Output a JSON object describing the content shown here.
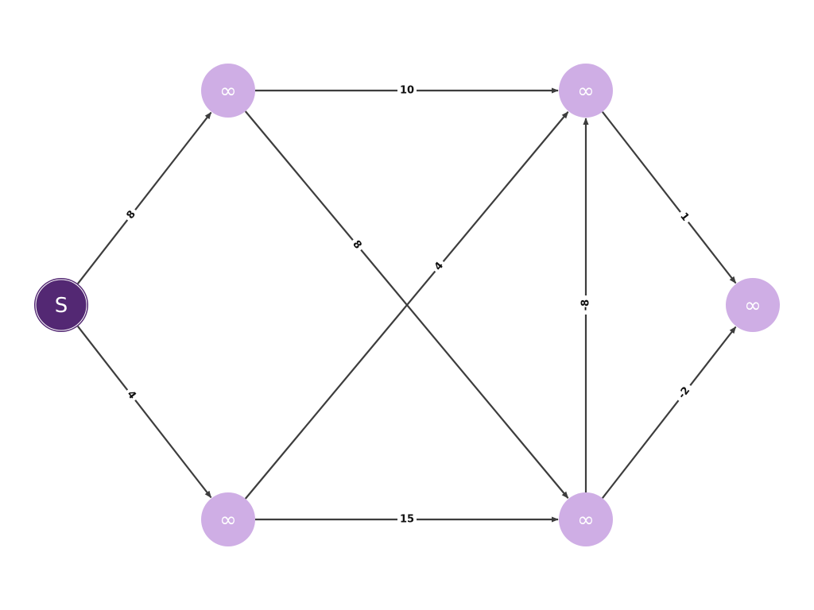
{
  "colors": {
    "source_fill": "#532873",
    "node_fill": "#cfaee5",
    "edge": "#3d3d3d",
    "label_text": "#111111"
  },
  "nodes": [
    {
      "id": "S",
      "label": "S",
      "source": true
    },
    {
      "id": "A",
      "label": "∞"
    },
    {
      "id": "B",
      "label": "∞"
    },
    {
      "id": "C",
      "label": "∞"
    },
    {
      "id": "D",
      "label": "∞"
    },
    {
      "id": "T",
      "label": "∞"
    }
  ],
  "edges": [
    {
      "from": "S",
      "to": "A",
      "weight": "8"
    },
    {
      "from": "S",
      "to": "B",
      "weight": "4"
    },
    {
      "from": "A",
      "to": "C",
      "weight": "10"
    },
    {
      "from": "A",
      "to": "D",
      "weight": "8"
    },
    {
      "from": "B",
      "to": "C",
      "weight": "4"
    },
    {
      "from": "B",
      "to": "D",
      "weight": "15"
    },
    {
      "from": "D",
      "to": "C",
      "weight": "-8"
    },
    {
      "from": "C",
      "to": "T",
      "weight": "1"
    },
    {
      "from": "D",
      "to": "T",
      "weight": "-2"
    }
  ]
}
